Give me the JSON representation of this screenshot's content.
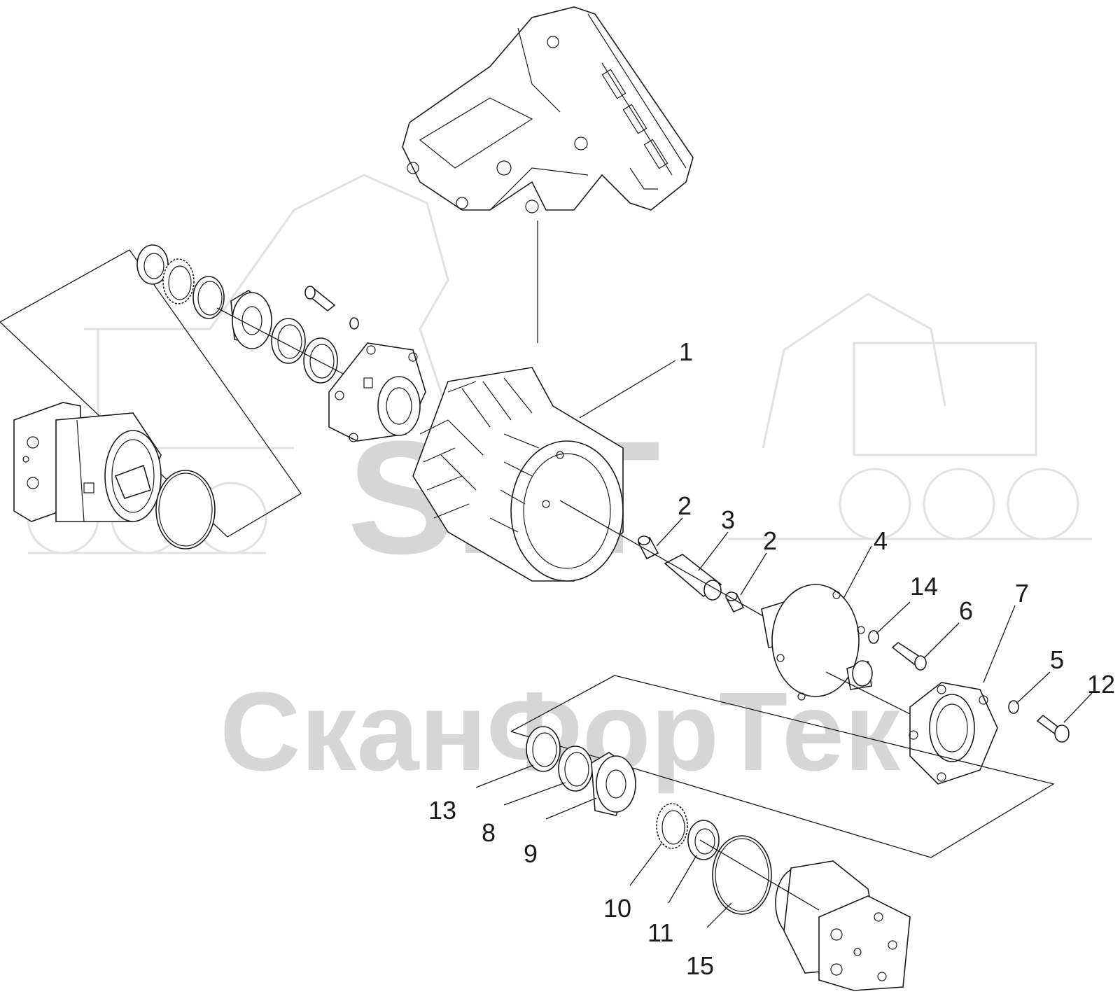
{
  "watermark": {
    "logo_text": "SPT",
    "company_text": "СканФорТек",
    "color": "#d6d6d6"
  },
  "callouts": [
    {
      "id": "c1",
      "label": "1"
    },
    {
      "id": "c2a",
      "label": "2"
    },
    {
      "id": "c3",
      "label": "3"
    },
    {
      "id": "c2b",
      "label": "2"
    },
    {
      "id": "c4",
      "label": "4"
    },
    {
      "id": "c14",
      "label": "14"
    },
    {
      "id": "c6",
      "label": "6"
    },
    {
      "id": "c7",
      "label": "7"
    },
    {
      "id": "c5",
      "label": "5"
    },
    {
      "id": "c12",
      "label": "12"
    },
    {
      "id": "c13",
      "label": "13"
    },
    {
      "id": "c8",
      "label": "8"
    },
    {
      "id": "c9",
      "label": "9"
    },
    {
      "id": "c10",
      "label": "10"
    },
    {
      "id": "c11",
      "label": "11"
    },
    {
      "id": "c15",
      "label": "15"
    }
  ],
  "colors": {
    "line": "#1a1a1a",
    "background": "#ffffff"
  }
}
